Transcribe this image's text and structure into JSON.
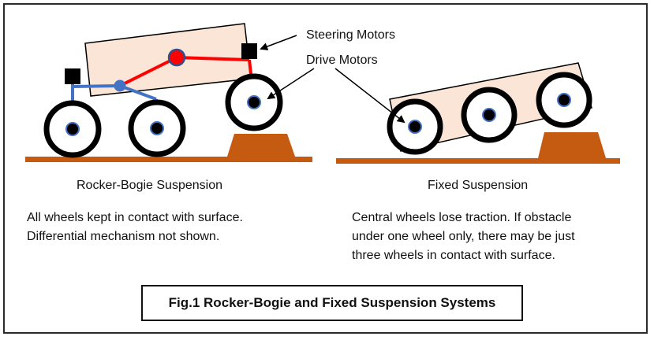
{
  "callouts": {
    "steering_motors": "Steering Motors",
    "drive_motors": "Drive Motors"
  },
  "left_panel": {
    "title": "Rocker-Bogie Suspension",
    "description_lines": [
      "All wheels kept in contact with surface.",
      "Differential mechanism not shown."
    ]
  },
  "right_panel": {
    "title": "Fixed Suspension",
    "description_lines": [
      "Central wheels lose traction. If obstacle",
      "under one wheel only, there may be just",
      "three wheels in contact with surface."
    ]
  },
  "caption": "Fig.1  Rocker-Bogie and Fixed Suspension Systems",
  "colors": {
    "body_fill": "#fbe5d6",
    "ground": "#c55a11",
    "rocker_link": "#ff0000",
    "bogie_link": "#4472c4",
    "wheel_hub": "#000000",
    "pivot_red": "#ff0000",
    "pivot_blue": "#4472c4"
  }
}
